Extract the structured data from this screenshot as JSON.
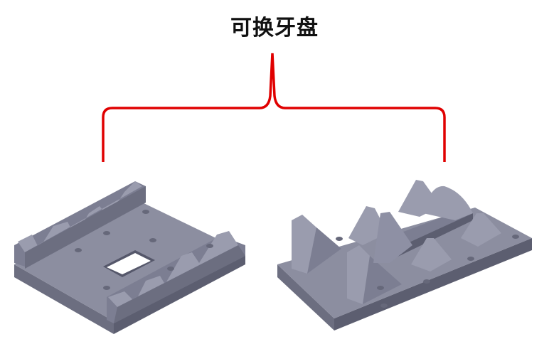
{
  "title": "可换牙盘",
  "colors": {
    "brace": "#e00000",
    "part_top": "#8c8ea0",
    "part_side": "#6c6e80",
    "part_dark": "#55576a"
  },
  "figures": [
    {
      "name": "left-tooth-plate"
    },
    {
      "name": "right-tooth-plate"
    }
  ]
}
